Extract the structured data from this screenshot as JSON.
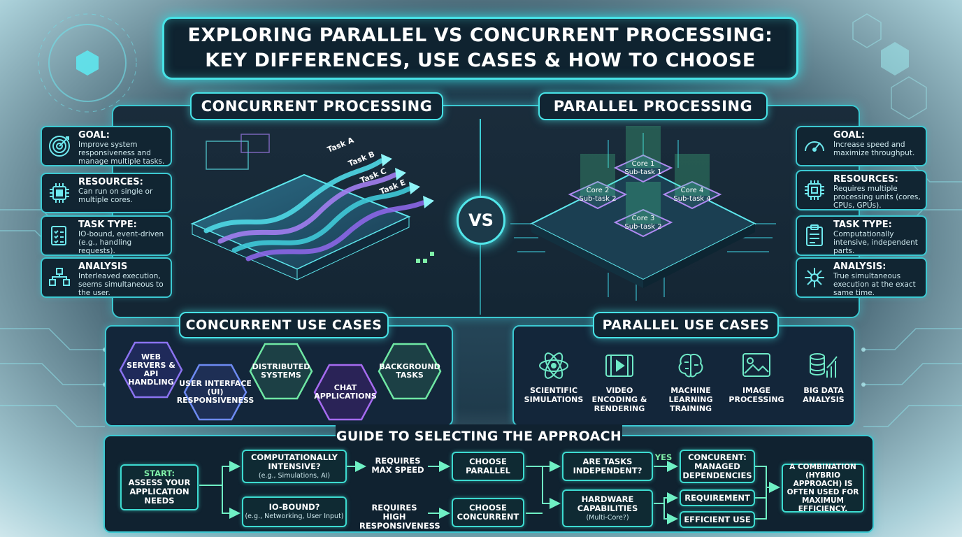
{
  "title": {
    "line1": "EXPLORING PARALLEL VS CONCURRENT PROCESSING:",
    "line2": "KEY DIFFERENCES, USE CASES & HOW TO CHOOSE"
  },
  "vs": "VS",
  "concurrent": {
    "title": "CONCURRENT PROCESSING",
    "cards": [
      {
        "label": "GOAL:",
        "desc": "Improve system responsiveness and manage multiple tasks.",
        "icon": "target-icon"
      },
      {
        "label": "RESOURCES:",
        "desc": "Can run on single or multiple cores.",
        "icon": "chip-icon"
      },
      {
        "label": "TASK TYPE:",
        "desc": "IO-bound, event-driven (e.g., handling requests).",
        "icon": "checklist-icon"
      },
      {
        "label": "ANALYSIS",
        "desc": "Interleaved execution, seems simultaneous to the user.",
        "icon": "flowchart-icon"
      }
    ],
    "tasks": [
      "Task A",
      "Task B",
      "Task C",
      "Task E"
    ],
    "use_cases_title": "CONCURRENT USE CASES",
    "use_cases": [
      "WEB SERVERS & API HANDLING",
      "USER INTERFACE (UI) RESPONSIVENESS",
      "DISTRIBUTED SYSTEMS",
      "CHAT APPLICATIONS",
      "BACKGROUND TASKS"
    ]
  },
  "parallel": {
    "title": "PARALLEL PROCESSING",
    "cards": [
      {
        "label": "GOAL:",
        "desc": "Increase speed and maximize throughput.",
        "icon": "speedometer-icon"
      },
      {
        "label": "RESOURCES:",
        "desc": "Requires multiple processing units (cores, CPUs, GPUs).",
        "icon": "chip-icon"
      },
      {
        "label": "TASK TYPE:",
        "desc": "Computationally intensive, independent parts.",
        "icon": "clipboard-icon"
      },
      {
        "label": "ANALYSIS:",
        "desc": "True simultaneous execution at the exact same time.",
        "icon": "network-icon"
      }
    ],
    "cores": [
      {
        "core": "Core 1",
        "task": "Sub-task 1"
      },
      {
        "core": "Core 2",
        "task": "Sub-task 2"
      },
      {
        "core": "Core 4",
        "task": "Sub-task 4"
      },
      {
        "core": "Core 3",
        "task": "Sub-task 2"
      }
    ],
    "use_cases_title": "PARALLEL USE CASES",
    "use_cases": [
      {
        "label": "SCIENTIFIC SIMULATIONS",
        "icon": "atom-icon"
      },
      {
        "label": "VIDEO ENCODING & RENDERING",
        "icon": "film-icon"
      },
      {
        "label": "MACHINE LEARNING TRAINING",
        "icon": "brain-icon"
      },
      {
        "label": "IMAGE PROCESSING",
        "icon": "image-icon"
      },
      {
        "label": "BIG DATA ANALYSIS",
        "icon": "database-chart-icon"
      }
    ]
  },
  "guide": {
    "title": "GUIDE TO SELECTING THE APPROACH",
    "start_label": "START:",
    "start_text": "ASSESS YOUR APPLICATION NEEDS",
    "q1": "COMPUTATIONALLY INTENSIVE?",
    "q1_sub": "(e.g., Simulations, AI)",
    "q2": "IO-BOUND?",
    "q2_sub": "(e.g., Networking, User Input)",
    "r1": "REQUIRES MAX SPEED",
    "r2": "REQUIRES HIGH RESPONSIVENESS",
    "c1": "CHOOSE PARALLEL",
    "c2": "CHOOSE CONCURRENT",
    "d1": "ARE TASKS INDEPENDENT?",
    "d2": "HARDWARE CAPABILITIES",
    "d2_sub": "(Multi-Core?)",
    "yes": "YES",
    "o1": "CONCURENT: MANAGED DEPENDENCIES",
    "o2": "REQUIREMENT",
    "o3": "EFFICIENT USE",
    "final": "A COMBINATION (HYBRIO APPROACH) IS OFTEN USED FOR MAXIMUM EFFICIENCY."
  }
}
